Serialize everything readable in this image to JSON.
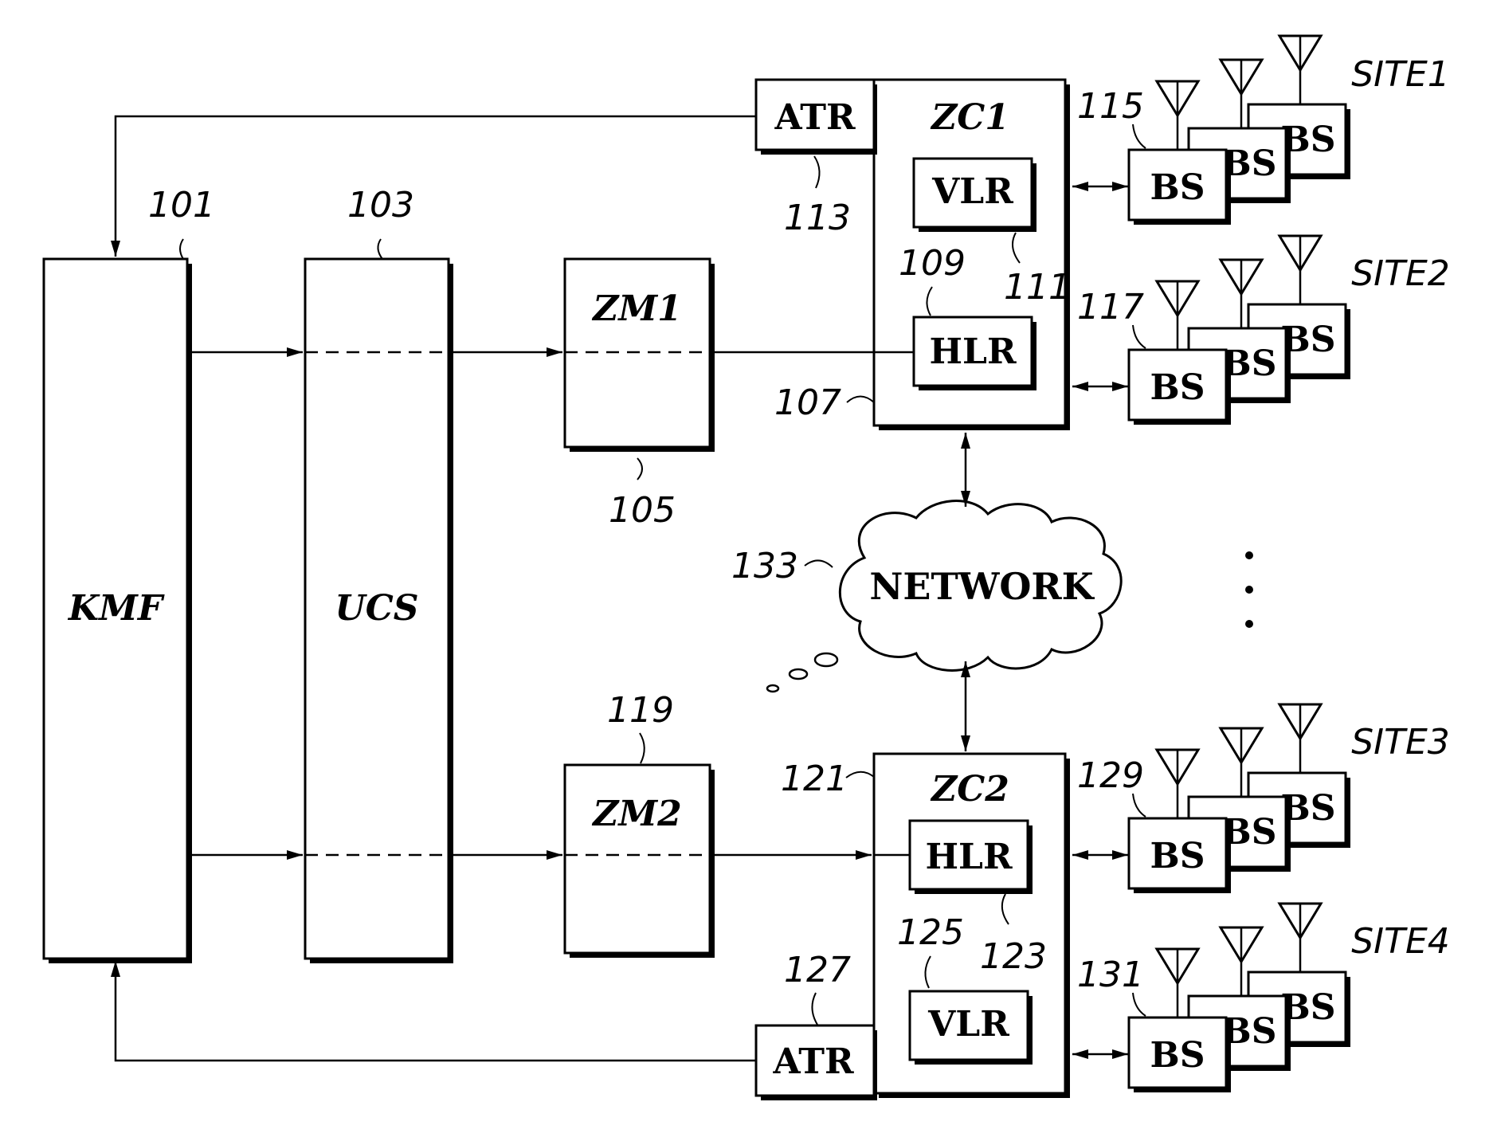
{
  "blocks": {
    "kmf": "KMF",
    "ucs": "UCS",
    "zm1": "ZM1",
    "zm2": "ZM2",
    "zc1": "ZC1",
    "zc2": "ZC2",
    "atr": "ATR",
    "vlr": "VLR",
    "hlr": "HLR",
    "bs": "BS",
    "network": "NETWORK"
  },
  "sites": [
    "SITE1",
    "SITE2",
    "SITE3",
    "SITE4"
  ],
  "refs": {
    "r101": "101",
    "r103": "103",
    "r105": "105",
    "r107": "107",
    "r109": "109",
    "r111": "111",
    "r113": "113",
    "r115": "115",
    "r117": "117",
    "r119": "119",
    "r121": "121",
    "r123": "123",
    "r125": "125",
    "r127": "127",
    "r129": "129",
    "r131": "131",
    "r133": "133"
  }
}
